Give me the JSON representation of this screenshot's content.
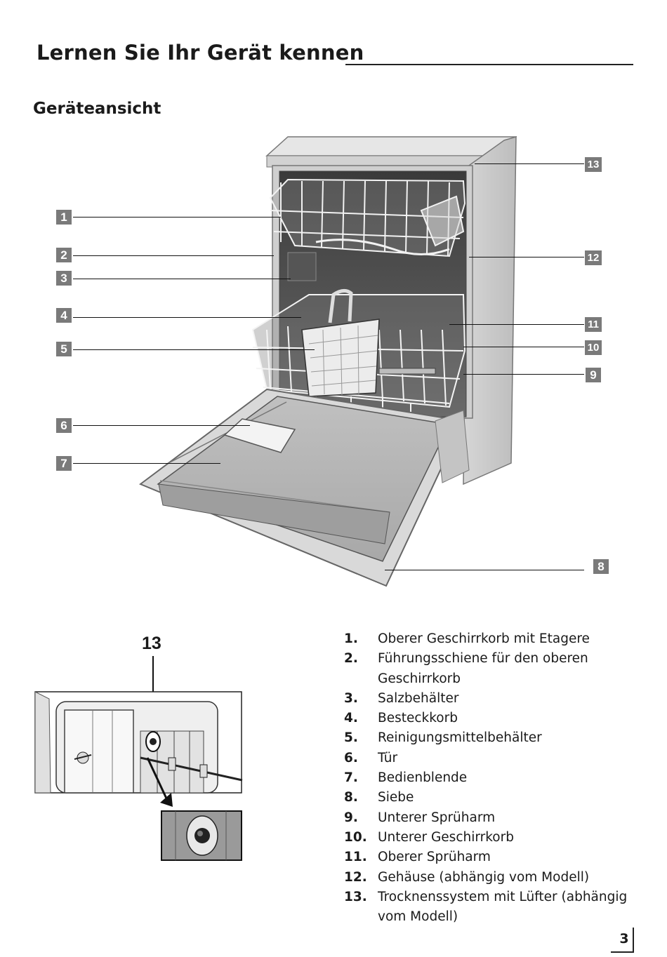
{
  "header": {
    "title": "Lernen Sie Ihr Gerät kennen",
    "section_title": "Geräteansicht"
  },
  "figure": {
    "callouts": [
      "1",
      "2",
      "3",
      "4",
      "5",
      "6",
      "7",
      "8",
      "9",
      "10",
      "11",
      "12",
      "13"
    ],
    "detail_number": "13"
  },
  "legend": {
    "items": [
      {
        "num": "1.",
        "text": "Oberer Geschirrkorb mit Etagere"
      },
      {
        "num": "2.",
        "text": "Führungsschiene für den oberen Geschirrkorb"
      },
      {
        "num": "3.",
        "text": "Salzbehälter"
      },
      {
        "num": "4.",
        "text": "Besteckkorb"
      },
      {
        "num": "5.",
        "text": "Reinigungsmittelbehälter"
      },
      {
        "num": "6.",
        "text": "Tür"
      },
      {
        "num": "7.",
        "text": "Bedienblende"
      },
      {
        "num": "8.",
        "text": "Siebe"
      },
      {
        "num": "9.",
        "text": "Unterer Sprüharm"
      },
      {
        "num": "10.",
        "text": "Unterer Geschirrkorb"
      },
      {
        "num": "11.",
        "text": "Oberer Sprüharm"
      },
      {
        "num": "12.",
        "text": "Gehäuse (abhängig vom Modell)"
      },
      {
        "num": "13.",
        "text": "Trocknenssystem mit Lüfter (abhängig vom Modell)"
      }
    ]
  },
  "footer": {
    "page_number": "3"
  }
}
